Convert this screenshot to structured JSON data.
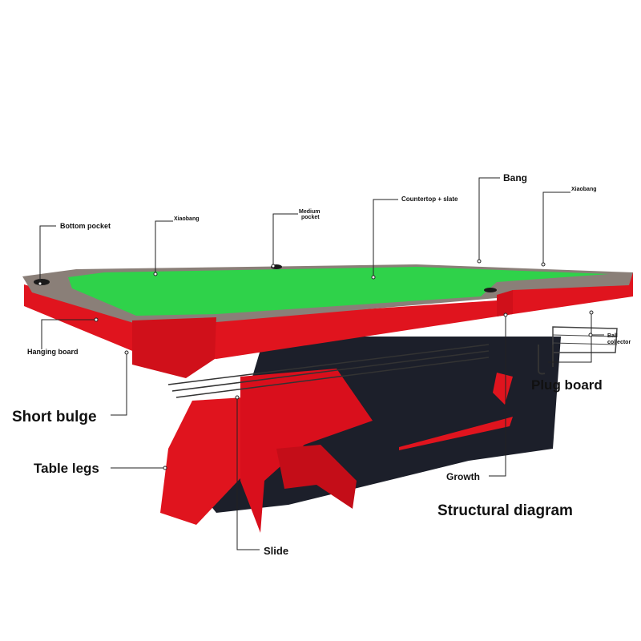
{
  "diagram": {
    "title": "Structural diagram",
    "labels": {
      "bottom_pocket": "Bottom pocket",
      "xiaobang_left": "Xiaobang",
      "medium_pocket_1": "Medium",
      "medium_pocket_2": "pocket",
      "countertop_slate": "Countertop + slate",
      "bang": "Bang",
      "xiaobang_right": "Xiaobang",
      "hanging_board": "Hanging board",
      "ball_collector_1": "Ball",
      "ball_collector_2": "collector",
      "plug_board": "Plug board",
      "short_bulge": "Short bulge",
      "table_legs": "Table legs",
      "growth": "Growth",
      "slide": "Slide"
    },
    "colors": {
      "felt": "#2fd24a",
      "red_body": "#e0141e",
      "dark_body": "#1c1f2a",
      "rail": "#8a7f78",
      "leader": "#222222"
    }
  }
}
